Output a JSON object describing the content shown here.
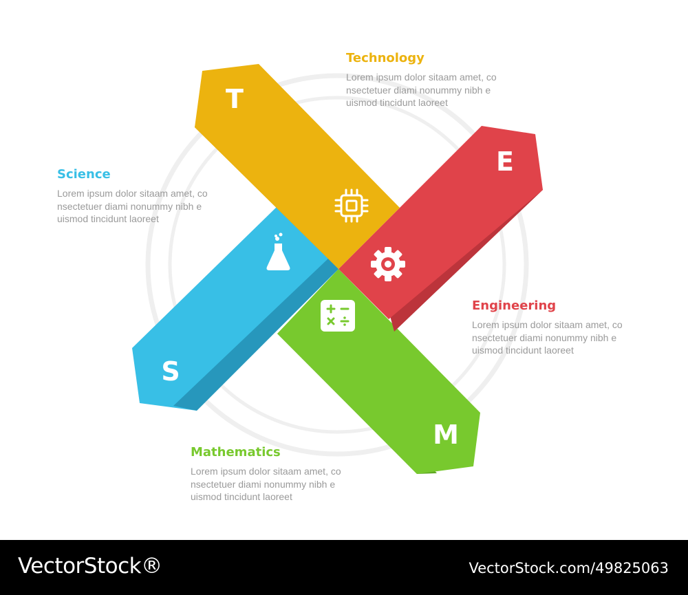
{
  "diagram": {
    "colors": {
      "technology": "#ECB30F",
      "technology_side": "#C8950B",
      "engineering": "#E0434A",
      "engineering_side": "#BC343B",
      "science": "#38BFE6",
      "science_side": "#2797BC",
      "mathematics": "#78C92E",
      "mathematics_side": "#5EA822",
      "ring": "#EFEFEF"
    },
    "arms": {
      "technology": {
        "letter": "T",
        "icon": "cpu-chip-icon"
      },
      "engineering": {
        "letter": "E",
        "icon": "gear-icon"
      },
      "science": {
        "letter": "S",
        "icon": "flask-icon"
      },
      "mathematics": {
        "letter": "M",
        "icon": "calculator-icon"
      }
    }
  },
  "labels": {
    "technology": {
      "title": "Technology",
      "line1": "Lorem ipsum dolor sitaam amet, co",
      "line2": "nsectetuer diami nonummy  nibh e",
      "line3": "uismod tincidunt laoreet",
      "color": "#ECB30F"
    },
    "science": {
      "title": "Science",
      "line1": "Lorem ipsum dolor sitaam amet, co",
      "line2": "nsectetuer diami nonummy  nibh e",
      "line3": "uismod tincidunt laoreet",
      "color": "#38BFE6"
    },
    "engineering": {
      "title": "Engineering",
      "line1": "Lorem ipsum dolor sitaam amet, co",
      "line2": "nsectetuer diami nonummy  nibh e",
      "line3": "uismod tincidunt laoreet",
      "color": "#E0434A"
    },
    "mathematics": {
      "title": "Mathematics",
      "line1": "Lorem ipsum dolor sitaam amet, co",
      "line2": "nsectetuer diami nonummy  nibh e",
      "line3": "uismod tincidunt laoreet",
      "color": "#78C92E"
    }
  },
  "footer": {
    "brand": "VectorStock®",
    "url": "VectorStock.com/49825063"
  }
}
